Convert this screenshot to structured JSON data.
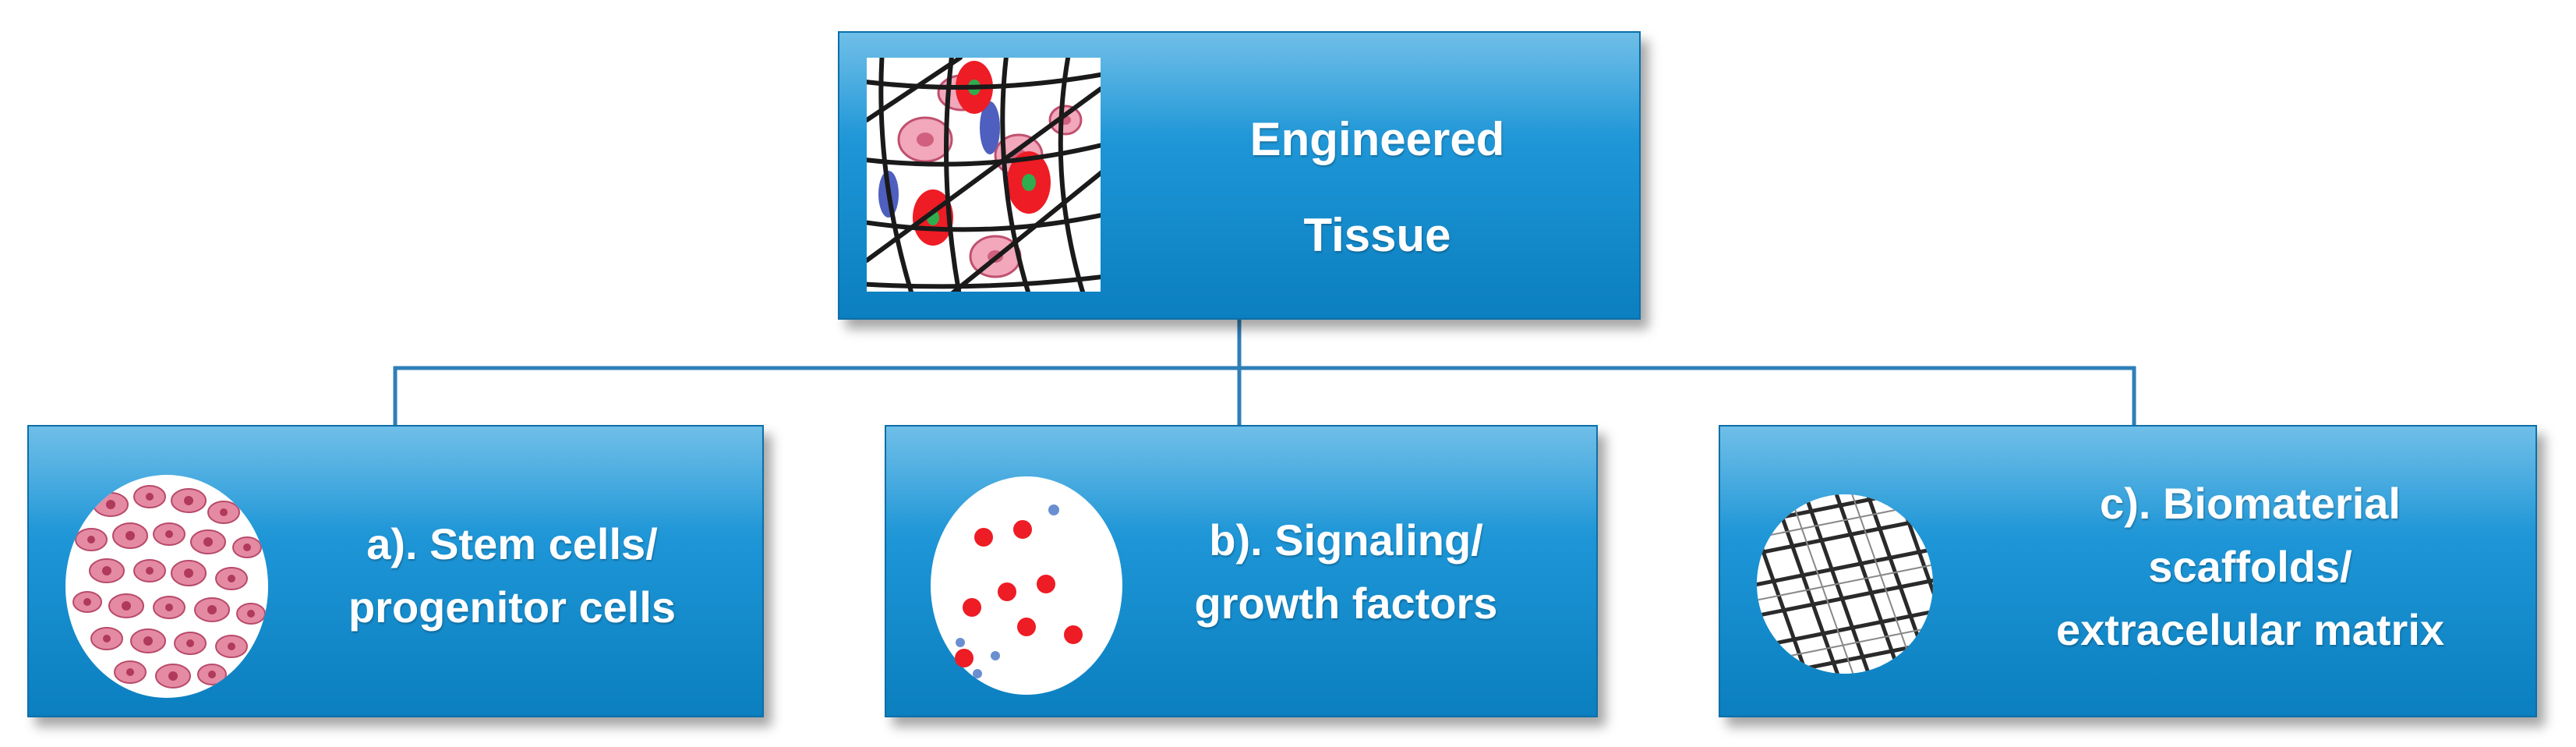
{
  "diagram": {
    "root": {
      "lines": [
        "Engineered",
        "Tissue"
      ],
      "icon": "engineered-tissue-icon"
    },
    "children": [
      {
        "id": "a",
        "lines": [
          "a). Stem cells/",
          "progenitor cells"
        ],
        "icon": "stem-cells-icon"
      },
      {
        "id": "b",
        "lines": [
          "b). Signaling/",
          "growth factors"
        ],
        "icon": "growth-factors-icon"
      },
      {
        "id": "c",
        "lines": [
          "c). Biomaterial",
          "scaffolds/",
          "extracelular matrix"
        ],
        "icon": "scaffold-mesh-icon"
      }
    ],
    "colors": {
      "box_fill": "#1d95d6",
      "connector": "#2f7fb8",
      "text": "#ffffff",
      "cell_pink": "#e07a95",
      "cell_red": "#ee1c24",
      "cell_blue": "#4f5fbf",
      "nucleus_green": "#2fae4f",
      "mesh": "#222222"
    }
  }
}
